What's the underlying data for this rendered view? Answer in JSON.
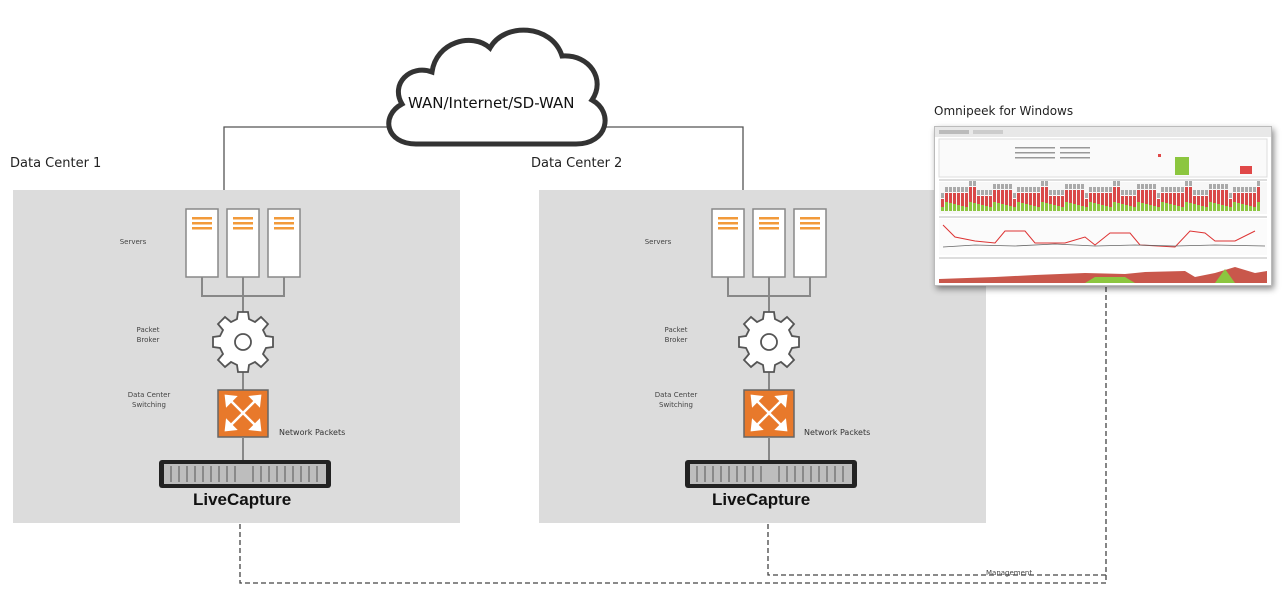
{
  "cloud": {
    "label": "WAN/Internet/SD-WAN"
  },
  "data_centers": [
    {
      "title": "Data Center 1",
      "servers_label": "Servers",
      "broker_label": [
        "Packet",
        "Broker"
      ],
      "switch_label": [
        "Data Center",
        "Switching"
      ],
      "network_packets_label": "Network Packets",
      "capture_label": "LiveCapture"
    },
    {
      "title": "Data Center 2",
      "servers_label": "Servers",
      "broker_label": [
        "Packet",
        "Broker"
      ],
      "switch_label": [
        "Data Center",
        "Switching"
      ],
      "network_packets_label": "Network Packets",
      "capture_label": "LiveCapture"
    }
  ],
  "omnipeek": {
    "title": "Omnipeek for Windows"
  },
  "management": {
    "label": "Management"
  },
  "colors": {
    "panel": "#dcdcdc",
    "server_stripe": "#f29a3a",
    "switch": "#e8792b",
    "line": "#777777"
  }
}
